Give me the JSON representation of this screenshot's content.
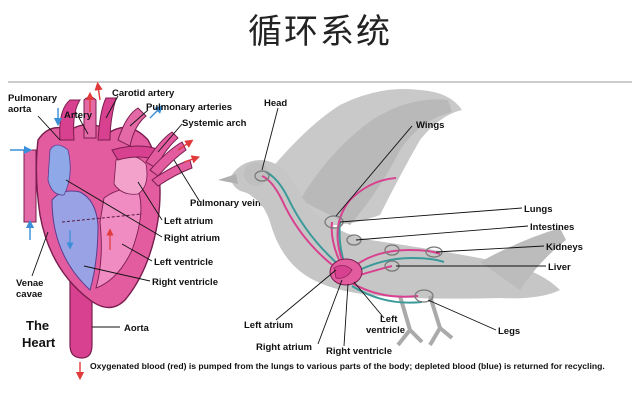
{
  "title": "循环系统",
  "heart_labels": {
    "pulmonary_aorta": "Pulmonary aorta",
    "artery": "Artery",
    "carotid_artery": "Carotid artery",
    "pulmonary_arteries": "Pulmonary arteries",
    "systemic_arch": "Systemic arch",
    "pulmonary_veins": "Pulmonary veins",
    "left_atrium": "Left atrium",
    "right_atrium": "Right atrium",
    "left_ventricle": "Left ventricle",
    "right_ventricle": "Right ventricle",
    "venae_cavae": "Venae cavae",
    "aorta": "Aorta",
    "the_heart": "The Heart"
  },
  "bird_labels": {
    "head": "Head",
    "wings": "Wings",
    "lungs": "Lungs",
    "intestines": "Intestines",
    "kidneys": "Kidneys",
    "liver": "Liver",
    "legs": "Legs",
    "left_atrium": "Left atrium",
    "right_atrium": "Right atrium",
    "left_ventricle": "Left ventricle",
    "right_ventricle": "Right ventricle"
  },
  "caption": "Oxygenated blood (red) is pumped from the lungs to various parts of the body; depleted blood (blue) is returned for recycling.",
  "colors": {
    "heart_pink": "#d8418f",
    "heart_light": "#f08cc2",
    "vein_blue": "#5aa8e8",
    "oxygenated_red": "#e03a3a",
    "deoxygenated_teal": "#3a9a9a",
    "bird_gray": "#c8c8c8"
  }
}
